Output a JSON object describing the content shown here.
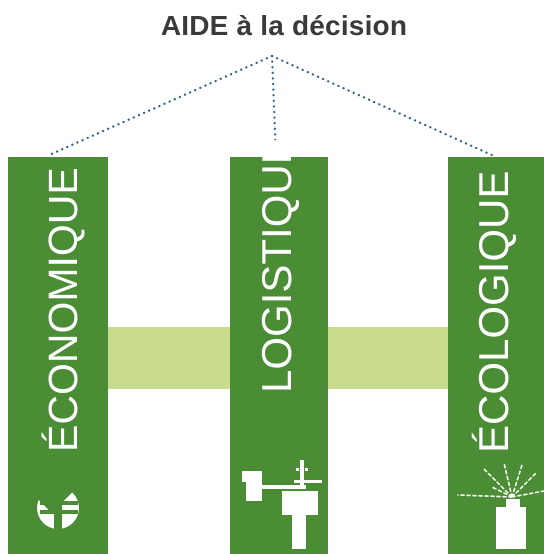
{
  "title": "AIDE à la décision",
  "colors": {
    "pillar": "#4a8d35",
    "band": "#c9dc8e",
    "title": "#3a3a3a",
    "connector": "#2d5f84",
    "label": "#ffffff"
  },
  "pillars": [
    {
      "label": "ÉCONOMIQUE",
      "icon": "euro-icon"
    },
    {
      "label": "LOGISTIQUE",
      "icon": "weather-station-icon"
    },
    {
      "label": "ÉCOLOGIQUE",
      "icon": "sprinkler-icon"
    }
  ]
}
